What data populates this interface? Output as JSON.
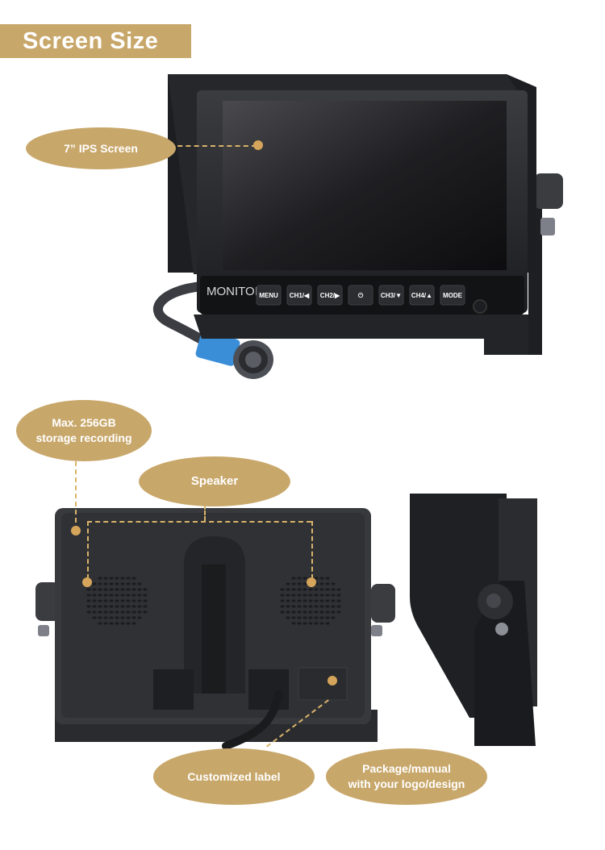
{
  "banner": {
    "title": "Screen Size"
  },
  "callouts": {
    "screen": "7” IPS Screen",
    "storage_line1": "Max. 256GB",
    "storage_line2": "storage recording",
    "speaker": "Speaker",
    "label": "Customized label",
    "package_line1": "Package/manual",
    "package_line2": "with your logo/design"
  },
  "monitor": {
    "brand": "MONITOR",
    "buttons": [
      "MENU",
      "CH1/◀",
      "CH2/▶",
      "⏻",
      "CH3/▼",
      "CH4/▲",
      "MODE"
    ]
  },
  "colors": {
    "accent": "#c8a76a",
    "leader": "#d9b36a",
    "device": "#2b2d30"
  }
}
